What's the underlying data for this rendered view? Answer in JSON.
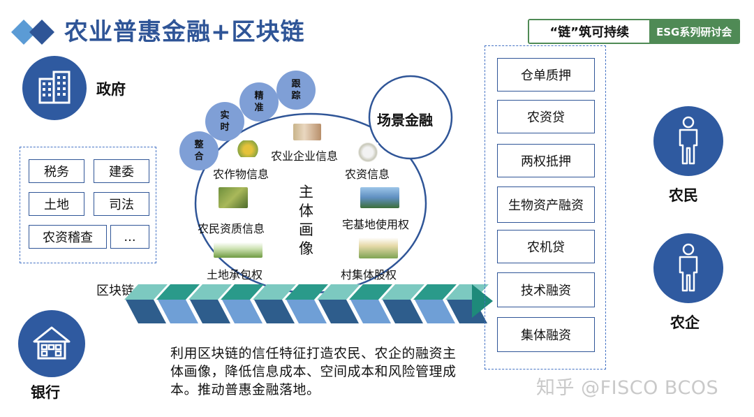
{
  "title": "农业普惠金融+区块链",
  "badge": {
    "left": "“链”筑可持续",
    "right": "ESG系列研讨会"
  },
  "actors": {
    "government": "政府",
    "bank": "银行",
    "farmer": "农民",
    "agri_enterprise": "农企"
  },
  "gov_items": [
    "税务",
    "建委",
    "土地",
    "司法",
    "农资稽查",
    "..."
  ],
  "bubbles": [
    "整合",
    "实时",
    "精准",
    "跟踪"
  ],
  "portrait": {
    "center": "主体画像",
    "items": [
      "农业企业信息",
      "农作物信息",
      "农资信息",
      "农民资质信息",
      "宅基地使用权",
      "土地承包权",
      "村集体股权"
    ]
  },
  "scene_finance": "场景金融",
  "blockchain_label": "区块链",
  "finance_products": [
    "仓单质押",
    "农资贷",
    "两权抵押",
    "生物资产融资",
    "农机贷",
    "技术融资",
    "集体融资"
  ],
  "description": "利用区块链的信任特征打造农民、农企的融资主体画像，降低信息成本、空间成本和风险管理成本。推动普惠金融落地。",
  "watermark": "知乎 @FISCO BCOS",
  "colors": {
    "title": "#2f5597",
    "icon_blue": "#2f5aa0",
    "bubble": "#7f9fd6",
    "badge_green": "#4f8a55",
    "chain_dark": "#2e5d8c",
    "chain_teal": "#1e8a7a"
  }
}
